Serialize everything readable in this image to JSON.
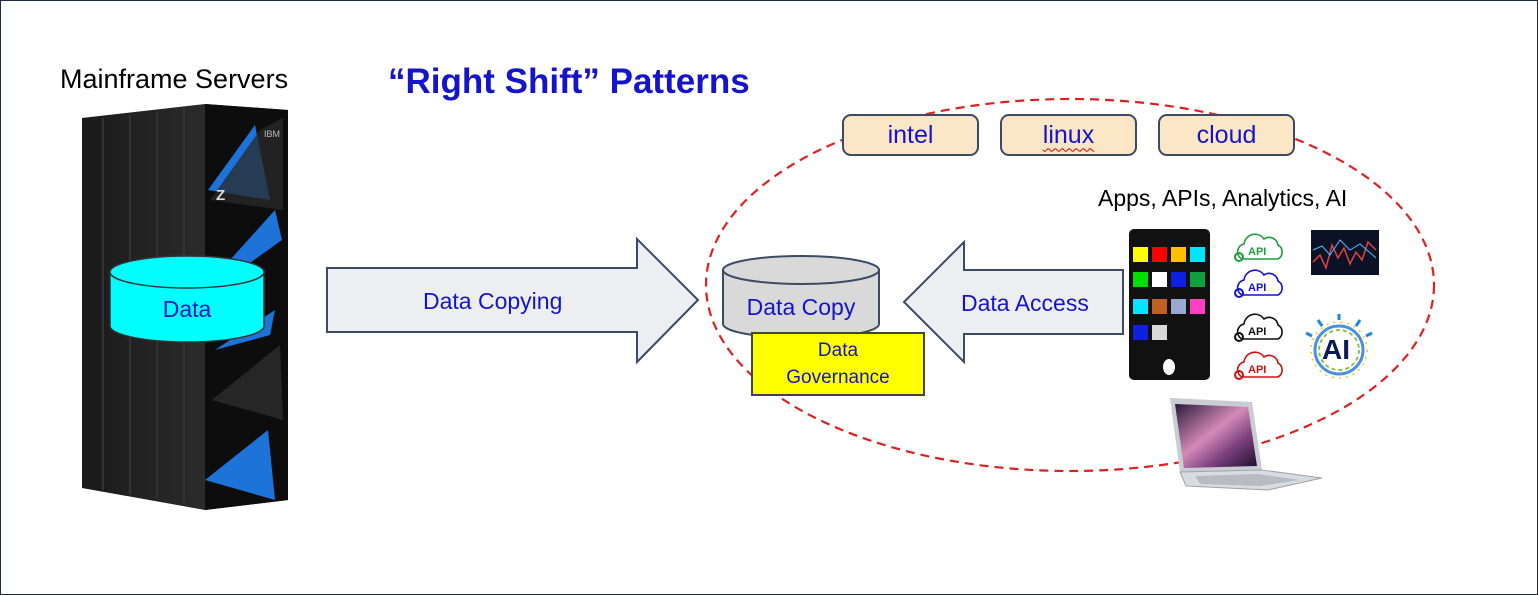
{
  "title": "“Right Shift” Patterns",
  "mainframe": {
    "label": "Mainframe Servers",
    "logo_text": "IBM",
    "z_mark": "Z",
    "data_label": "Data"
  },
  "arrows": {
    "copying_label": "Data Copying",
    "access_label": "Data Access"
  },
  "data_copy": {
    "cylinder_label": "Data Copy",
    "governance_line1": "Data",
    "governance_line2": "Governance"
  },
  "platforms": [
    "intel",
    "linux",
    "cloud"
  ],
  "apps_label": "Apps, APIs, Analytics, AI",
  "api_icons": [
    {
      "text": "API",
      "color": "#1e9e3a"
    },
    {
      "text": "API",
      "color": "#1414cc"
    },
    {
      "text": "API",
      "color": "#111111"
    },
    {
      "text": "API",
      "color": "#d01010"
    }
  ],
  "ai_badge": "AI",
  "colors": {
    "title": "#1414cc",
    "dashed_ellipse": "#e02020",
    "data_cylinder": "#00ffff",
    "governance_box": "#ffff00",
    "platform_pill": "#fbe7c6"
  }
}
